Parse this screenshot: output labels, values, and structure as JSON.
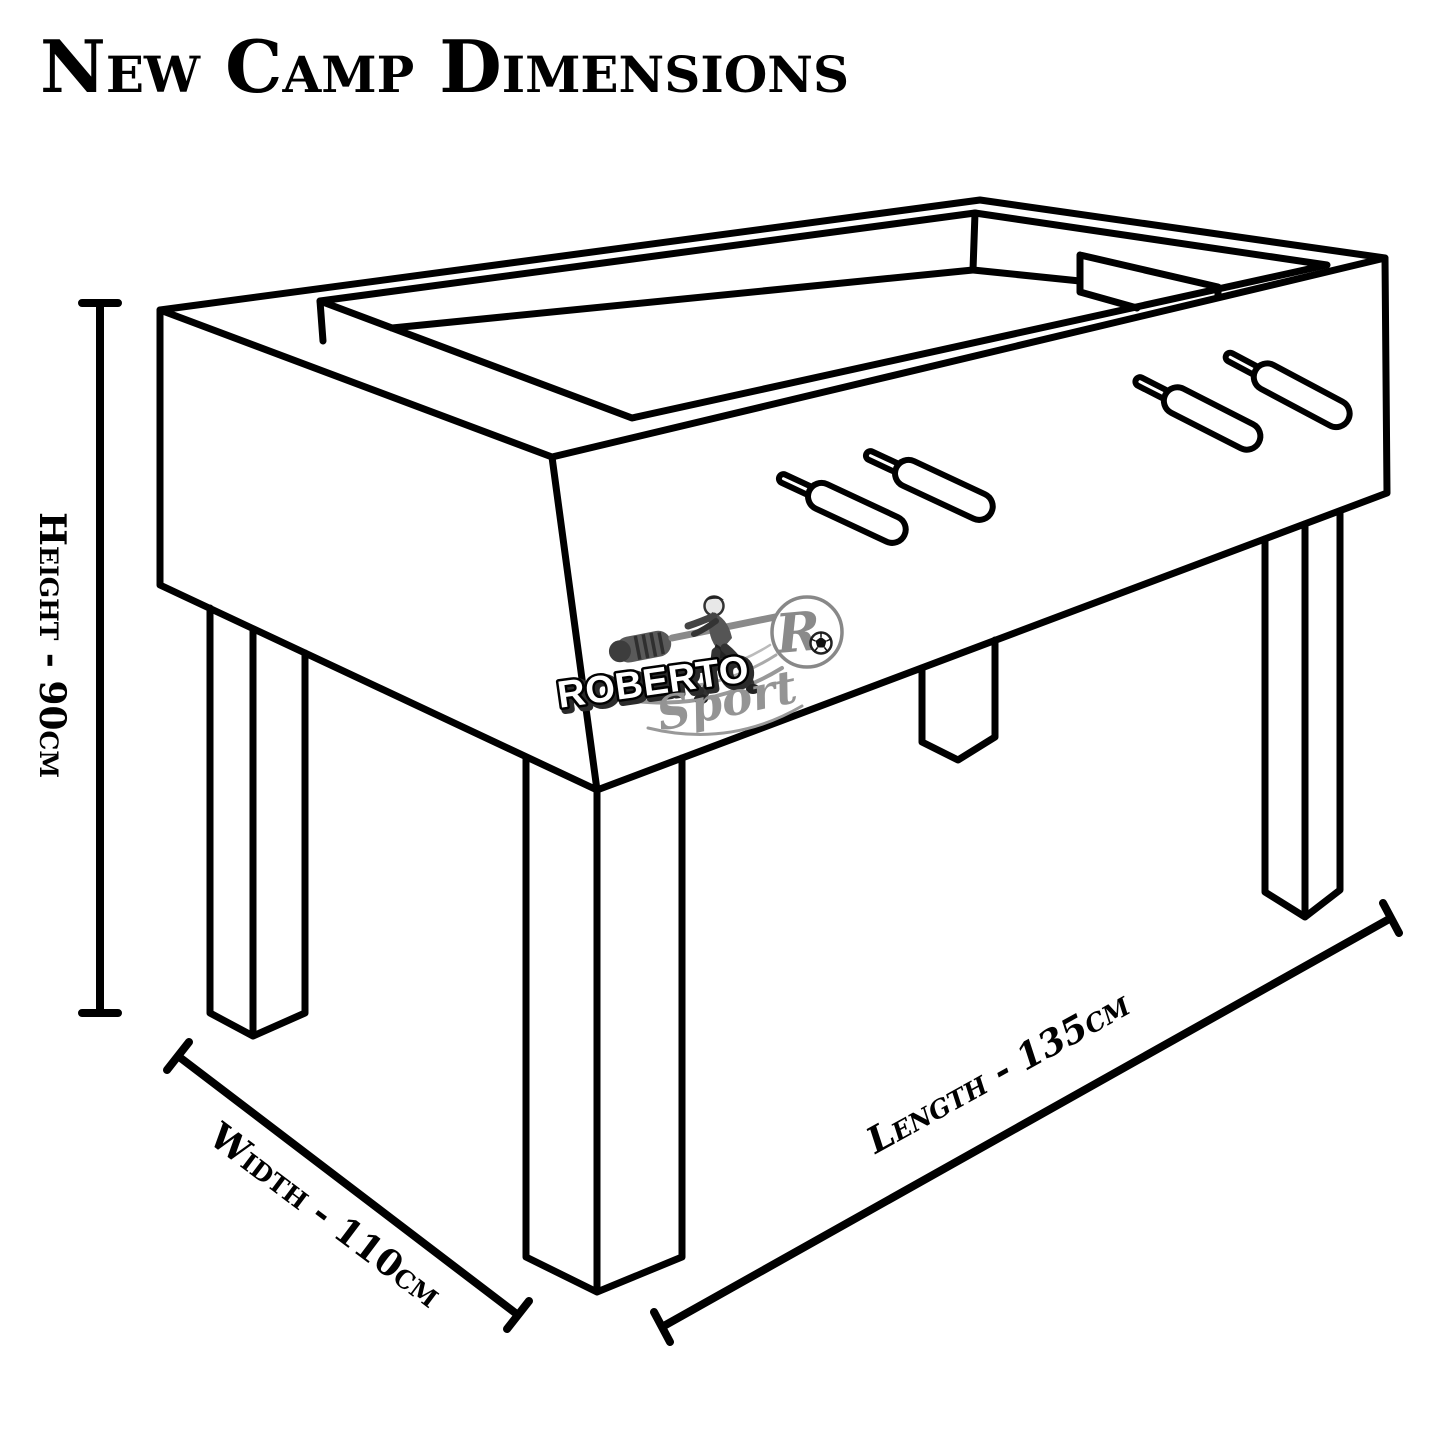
{
  "title": {
    "text": "New Camp Dimensions"
  },
  "dimensions": {
    "height": {
      "axis": "Height",
      "value": "90cm",
      "label": "Height - 90cm"
    },
    "width": {
      "axis": "Width",
      "value": "110cm",
      "label": "Width - 110cm"
    },
    "length": {
      "axis": "Length",
      "value": "135cm",
      "label": "Length - 135cm"
    }
  },
  "logo": {
    "brand": "ROBERTO",
    "sub": "Sport",
    "monogram": "R"
  },
  "colors": {
    "background": "#ffffff",
    "line": "#000000",
    "logo_grey": "#949494"
  }
}
